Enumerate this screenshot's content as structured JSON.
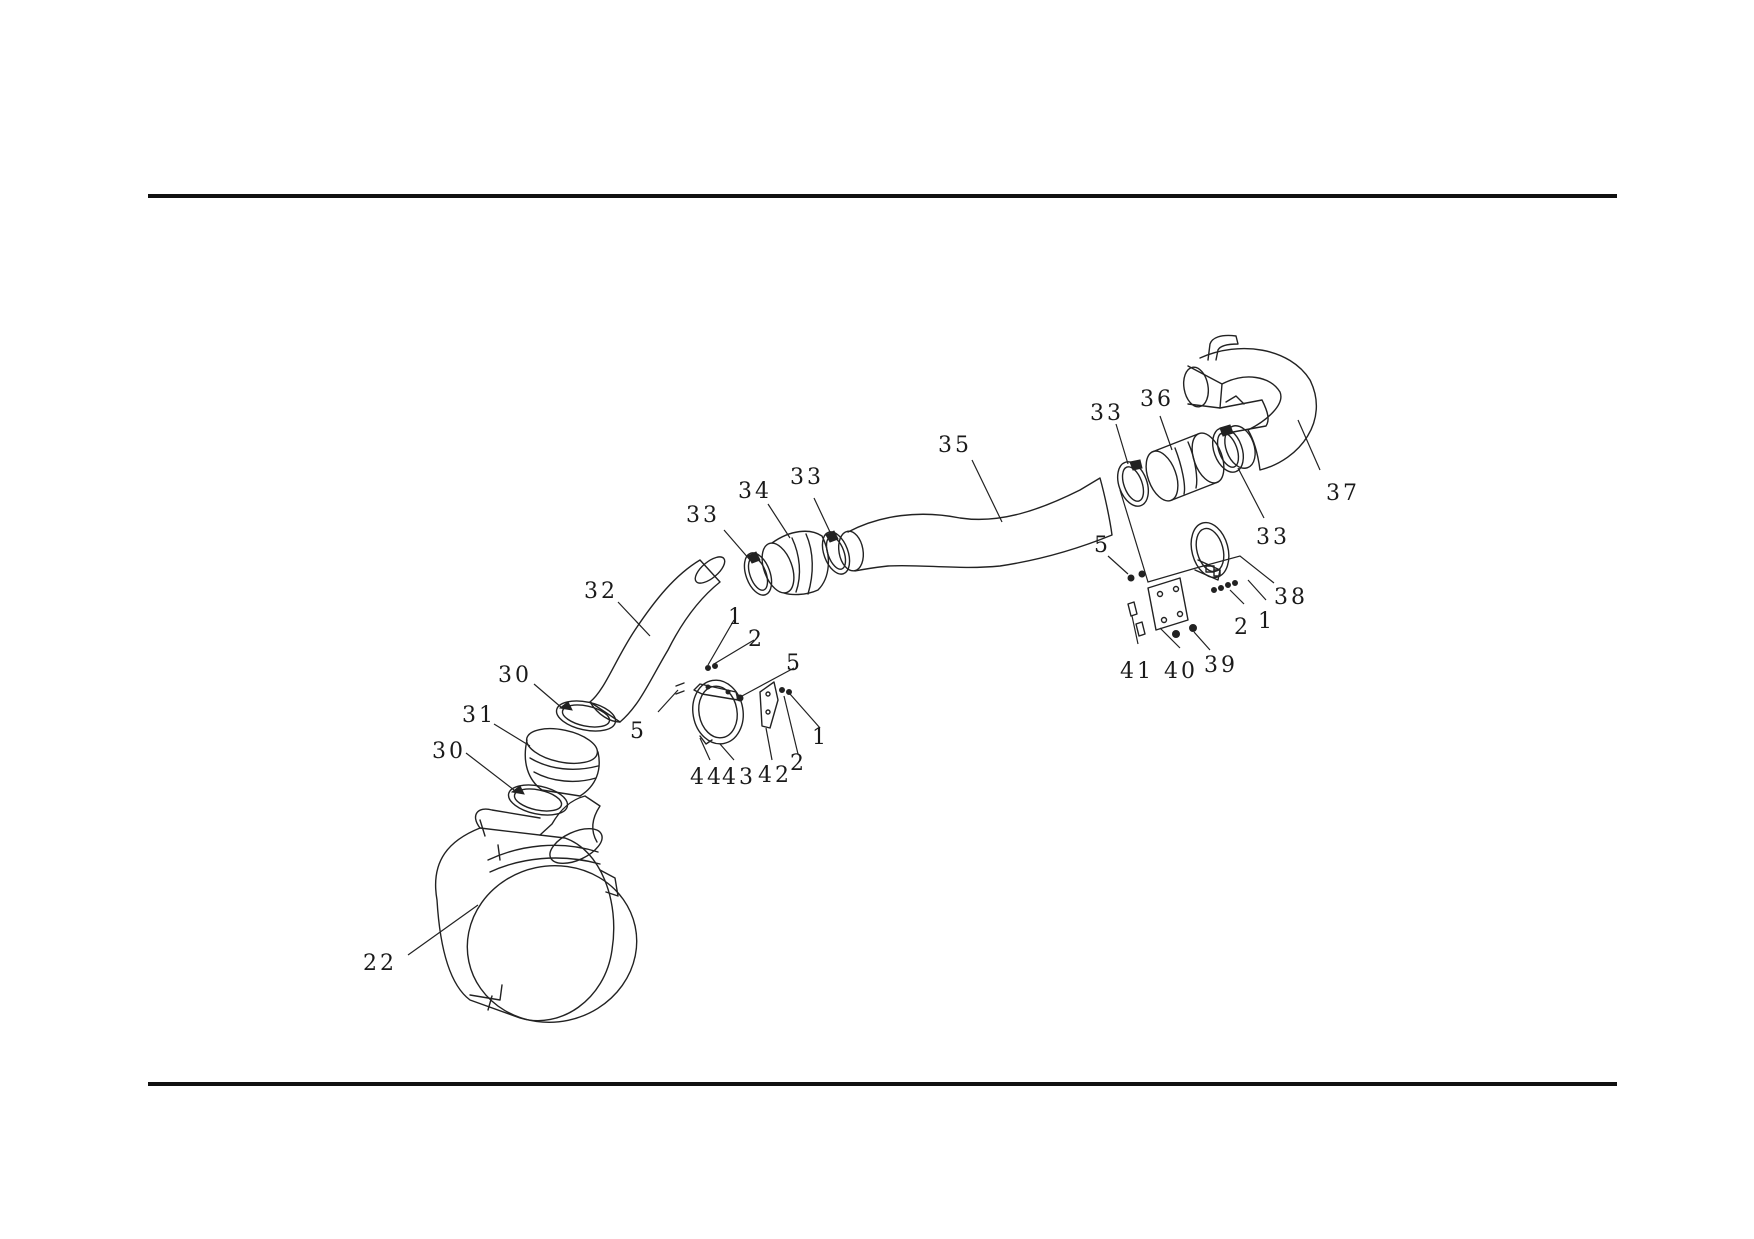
{
  "callouts": {
    "c22": "22",
    "c30a": "30",
    "c30b": "30",
    "c31": "31",
    "c32": "32",
    "c33a": "33",
    "c34": "34",
    "c33b": "33",
    "c35": "35",
    "c33c": "33",
    "c36": "36",
    "c33d": "33",
    "c37": "37",
    "c38": "38",
    "c5a": "5",
    "c1a": "1",
    "c2a": "2",
    "c41": "41",
    "c40": "40",
    "c39": "39",
    "c1b": "1",
    "c2b": "2",
    "c5b": "5",
    "c5c": "5",
    "c44": "44",
    "c43": "43",
    "c42": "42",
    "c2c": "2",
    "c1c": "1"
  }
}
